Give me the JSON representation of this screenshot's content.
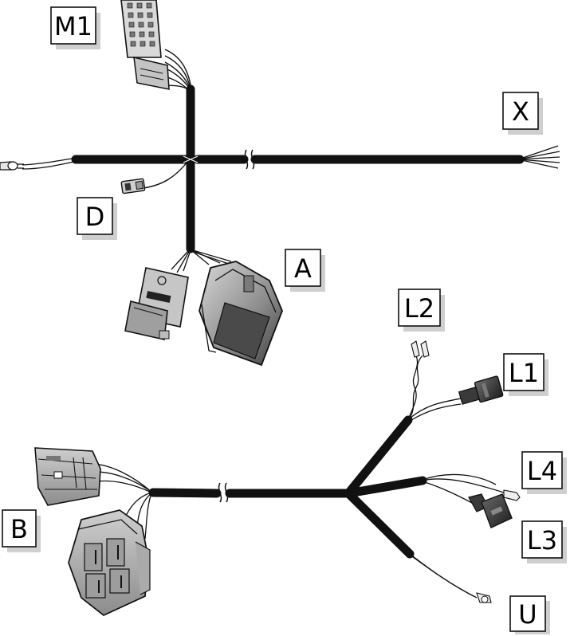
{
  "labels": {
    "m1": "M1",
    "x": "X",
    "d": "D",
    "a": "A",
    "l2": "L2",
    "l1": "L1",
    "l4": "L4",
    "l3": "L3",
    "b": "B",
    "u": "U"
  },
  "colors": {
    "harness": "#111111",
    "label_shadow": "#cfcfcf",
    "connector_fill": "#b9b9b9",
    "connector_dark": "#3a3a3a"
  }
}
